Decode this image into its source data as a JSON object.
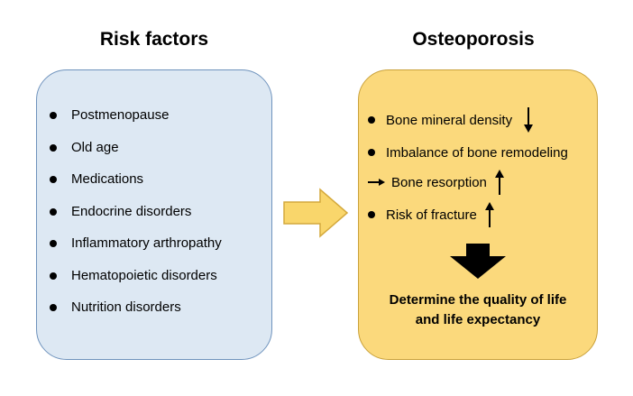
{
  "risk_factors": {
    "heading": "Risk factors",
    "items": [
      "Postmenopause",
      "Old age",
      "Medications",
      "Endocrine disorders",
      "Inflammatory arthropathy",
      "Hematopoietic disorders",
      "Nutrition disorders"
    ]
  },
  "osteoporosis": {
    "heading": "Osteoporosis",
    "items": [
      {
        "label": "Bone mineral density",
        "marker": "bullet",
        "trend": "down"
      },
      {
        "label": "Imbalance of bone remodeling",
        "marker": "bullet",
        "trend": "none"
      },
      {
        "label": "Bone resorption",
        "marker": "right-arrow",
        "trend": "up"
      },
      {
        "label": "Risk of fracture",
        "marker": "bullet",
        "trend": "up"
      }
    ],
    "conclusion_line1": "Determine the quality of life",
    "conclusion_line2": "and life expectancy"
  },
  "colors": {
    "risk_panel_fill": "#dde8f3",
    "risk_panel_border": "#6f93bd",
    "osteo_panel_fill": "#fbd97c",
    "osteo_panel_border": "#c9a13a",
    "connector_arrow_fill": "#f9d66b",
    "connector_arrow_border": "#d4a93c"
  }
}
